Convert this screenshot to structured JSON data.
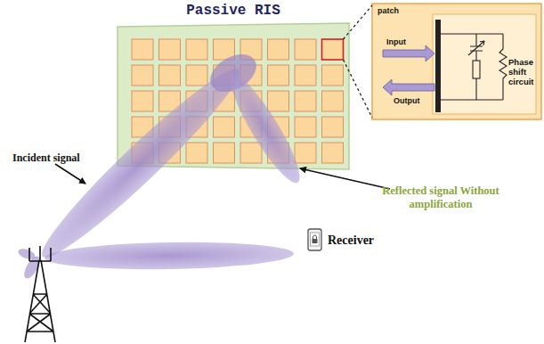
{
  "diagram": {
    "nodes": [
      {
        "text": [
          "Passive RIS"
        ]
      },
      {
        "text": [
          "patch",
          "Input",
          "Output",
          "Phase shift circuit"
        ]
      }
    ],
    "edges": [
      {
        "from": 0,
        "to": 1,
        "arrow": "none"
      }
    ],
    "labels": [
      "Incident signal",
      "Reflected signal Without amplification",
      "Receiver"
    ]
  }
}
